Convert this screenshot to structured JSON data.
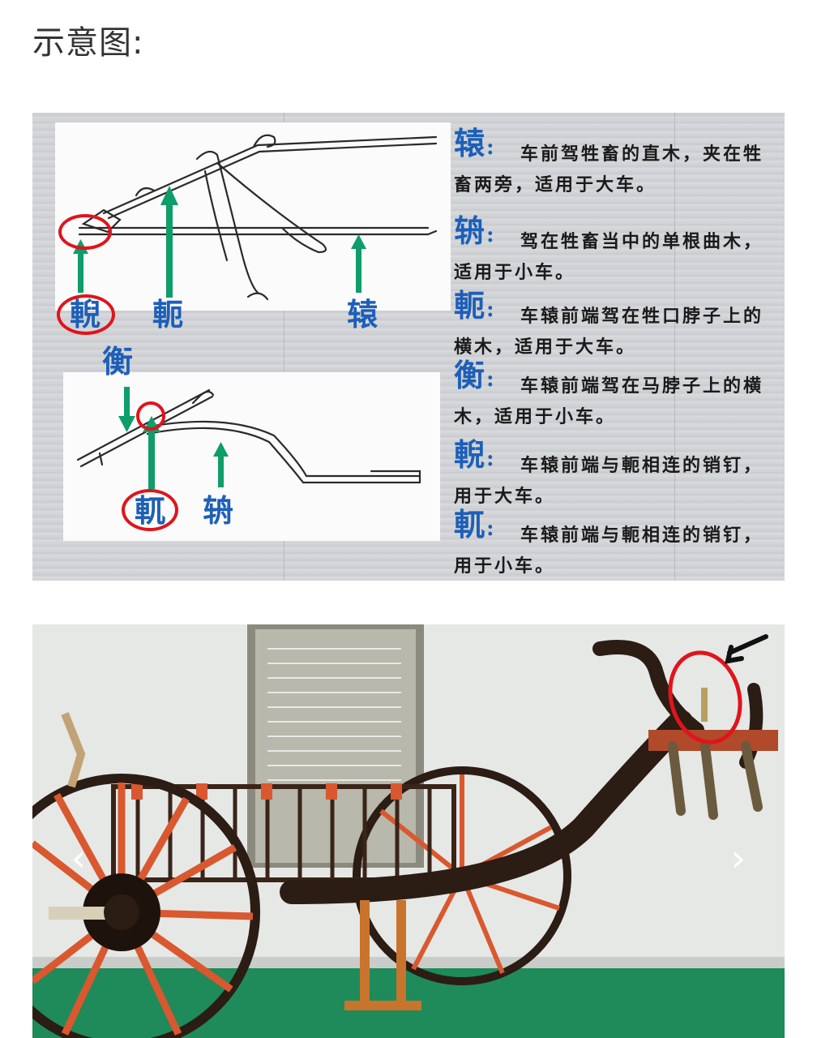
{
  "page": {
    "heading": "示意图:"
  },
  "diagram": {
    "labels": {
      "ni_top": "輗",
      "e_top": "軛",
      "yuan_top": "辕",
      "heng": "衡",
      "yue": "軏",
      "zhou": "辀"
    },
    "glossary": [
      {
        "term": "辕",
        "colon": ":",
        "text": "车前驾牲畜的直木，夹在牲畜两旁，适用于大车。"
      },
      {
        "term": "辀",
        "colon": ":",
        "text": "驾在牲畜当中的单根曲木，适用于小车。"
      },
      {
        "term": "軛",
        "colon": ":",
        "text": "车辕前端驾在牲口脖子上的横木，适用于大车。"
      },
      {
        "term": "衡",
        "colon": ":",
        "text": "车辕前端驾在马脖子上的横木，适用于小车。"
      },
      {
        "term": "輗",
        "colon": ":",
        "text": "车辕前端与軛相连的销钉，用于大车。"
      },
      {
        "term": "軏",
        "colon": ":",
        "text": "车辕前端与軛相连的销钉，用于小车。"
      }
    ],
    "colors": {
      "term_blue": "#1d5fb8",
      "arrow_green": "#0f9d6a",
      "circle_red": "#e0141c"
    }
  },
  "photo": {
    "prev_icon": "chevron-left-icon",
    "next_icon": "chevron-right-icon",
    "prev_glyph": "‹",
    "next_glyph": "›"
  }
}
